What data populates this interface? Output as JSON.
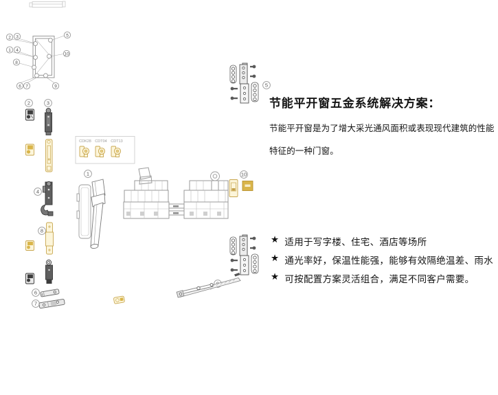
{
  "page": {
    "background": "#ffffff"
  },
  "colors": {
    "line_gray": "#9a9a9a",
    "steel_dark": "#3d3d3d",
    "brass_stroke": "#c8a64e",
    "brass_fill": "#fcf5da",
    "brass_solid": "#d9b54a",
    "text": "#141414"
  },
  "diagram": {
    "callouts": {
      "c1": "1",
      "c2": "2",
      "c3": "3",
      "c4": "4",
      "c5": "5",
      "c6": "6",
      "c7": "7",
      "c8": "8",
      "c9": "9",
      "c10": "10"
    },
    "handle_box_labels": [
      "CDK28",
      "CDT04",
      "CDT13"
    ]
  },
  "text_panel": {
    "title": "节能平开窗五金系统解决方案：",
    "intro": [
      "节能平开窗是为了增大采光通风面积或表现现代建筑的性能",
      "特征的一种门窗。"
    ],
    "bullets": [
      {
        "star": "★",
        "text": "适用于写字楼、住宅、酒店等场所"
      },
      {
        "star": "★",
        "text": "通光率好，保温性能强，能够有效隔绝温差、雨水"
      },
      {
        "star": "★",
        "text": "可按配置方案灵活组合，满足不同客户需要。"
      }
    ]
  }
}
